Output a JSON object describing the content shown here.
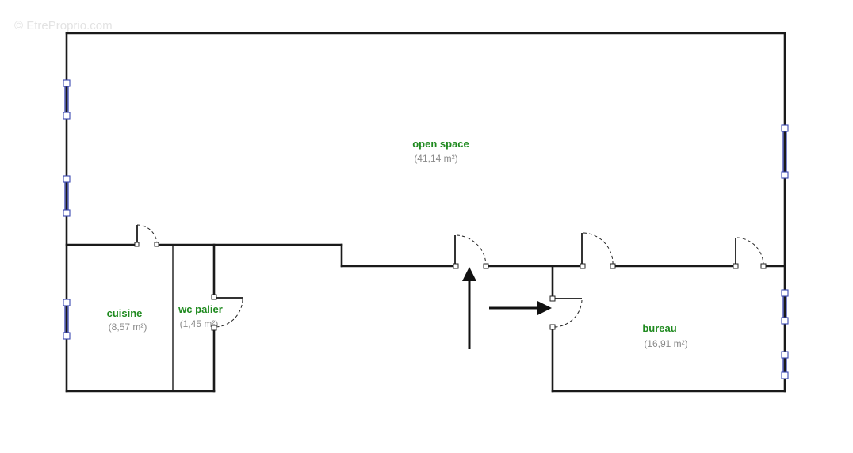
{
  "watermark": "© EtreProprio.com",
  "rooms": {
    "open_space": {
      "name": "open space",
      "area": "(41,14 m²)"
    },
    "cuisine": {
      "name": "cuisine",
      "area": "(8,57 m²)"
    },
    "wc_palier": {
      "name": "wc palier",
      "area": "(1,45 m²)"
    },
    "bureau": {
      "name": "bureau",
      "area": "(16,91 m²)"
    }
  },
  "colors": {
    "room_label": "#1f8a1f",
    "area_label": "#8a8a8a",
    "window": "#3a46b0",
    "wall": "#1a1a1a"
  }
}
